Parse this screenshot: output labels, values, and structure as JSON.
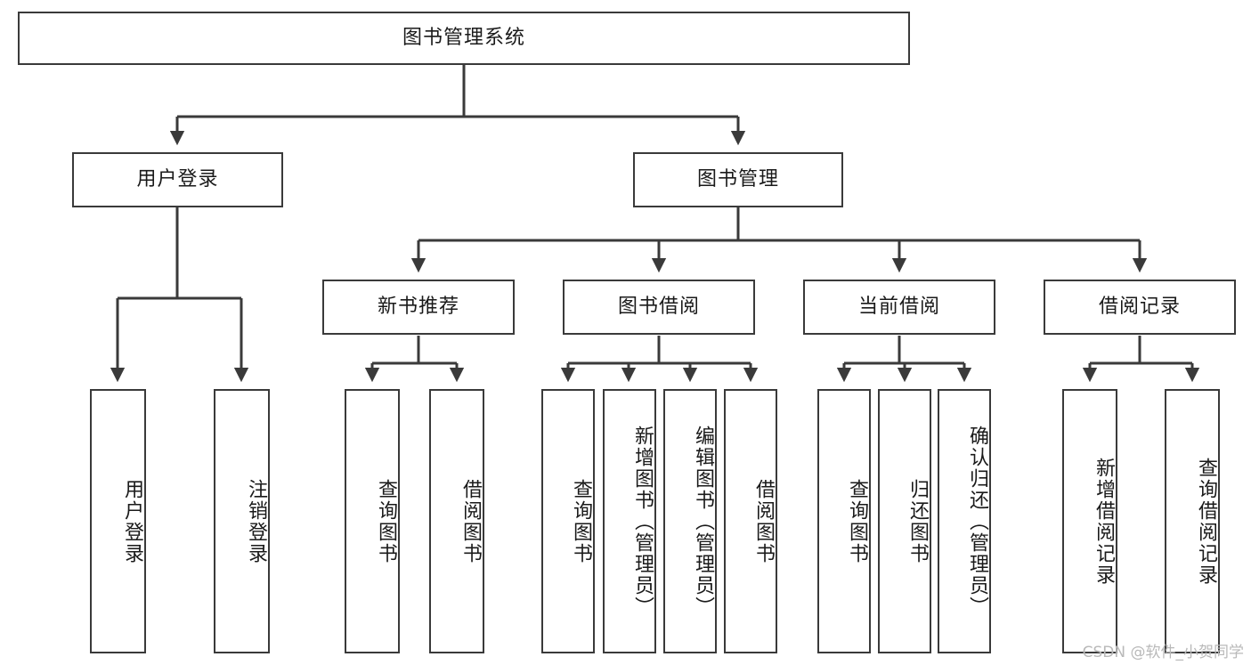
{
  "diagram": {
    "type": "tree",
    "title": "图书管理系统",
    "style": {
      "line_color": "#3a3a3a",
      "box_fill": "#ffffff",
      "text_color": "#1a1a1a",
      "background": "#ffffff"
    },
    "root": {
      "label": "图书管理系统"
    },
    "level2": [
      {
        "label": "用户登录"
      },
      {
        "label": "图书管理"
      }
    ],
    "level3": [
      {
        "label": "新书推荐",
        "parent": "图书管理"
      },
      {
        "label": "图书借阅",
        "parent": "图书管理"
      },
      {
        "label": "当前借阅",
        "parent": "图书管理"
      },
      {
        "label": "借阅记录",
        "parent": "图书管理"
      }
    ],
    "leaves": [
      {
        "label": "用户登录",
        "parent": "用户登录"
      },
      {
        "label": "注销登录",
        "parent": "用户登录"
      },
      {
        "label": "查询图书",
        "parent": "新书推荐"
      },
      {
        "label": "借阅图书",
        "parent": "新书推荐"
      },
      {
        "label": "查询图书",
        "parent": "图书借阅"
      },
      {
        "label": "新增图书（管理员）",
        "parent": "图书借阅"
      },
      {
        "label": "编辑图书（管理员）",
        "parent": "图书借阅"
      },
      {
        "label": "借阅图书",
        "parent": "图书借阅"
      },
      {
        "label": "查询图书",
        "parent": "当前借阅"
      },
      {
        "label": "归还图书",
        "parent": "当前借阅"
      },
      {
        "label": "确认归还（管理员）",
        "parent": "当前借阅"
      },
      {
        "label": "新增借阅记录",
        "parent": "借阅记录"
      },
      {
        "label": "查询借阅记录",
        "parent": "借阅记录"
      }
    ]
  },
  "watermark": {
    "text": "CSDN @软件_小贺同学"
  }
}
